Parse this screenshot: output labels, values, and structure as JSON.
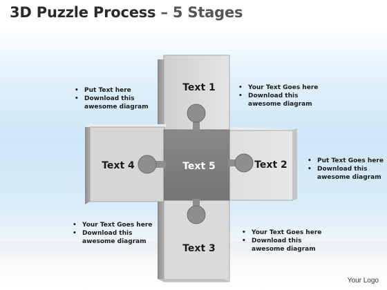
{
  "title": {
    "main": "3D Puzzle Process",
    "dash": " – ",
    "stages": "5 Stages"
  },
  "pieces": {
    "top": "Text 1",
    "right": "Text 2",
    "bottom": "Text 3",
    "left": "Text 4",
    "center": "Text 5"
  },
  "notes": {
    "top_left": [
      "Put Text  here",
      "Download this awesome diagram"
    ],
    "top_right": [
      "Your Text Goes here",
      "Download this awesome diagram"
    ],
    "right": [
      "Put Text Goes here",
      "Download this awesome diagram"
    ],
    "bottom_left": [
      "Your Text Goes here",
      "Download this awesome diagram"
    ],
    "bottom_right": [
      "Your Text Goes here",
      "Download this awesome diagram"
    ]
  },
  "logo": "Your Logo",
  "colors": {
    "piece_light": "#dcdcdc",
    "piece_side": "#9e9e9e",
    "piece_center": "#7f7f7f",
    "text_dark": "#1a1a1a",
    "text_light": "#ffffff"
  }
}
